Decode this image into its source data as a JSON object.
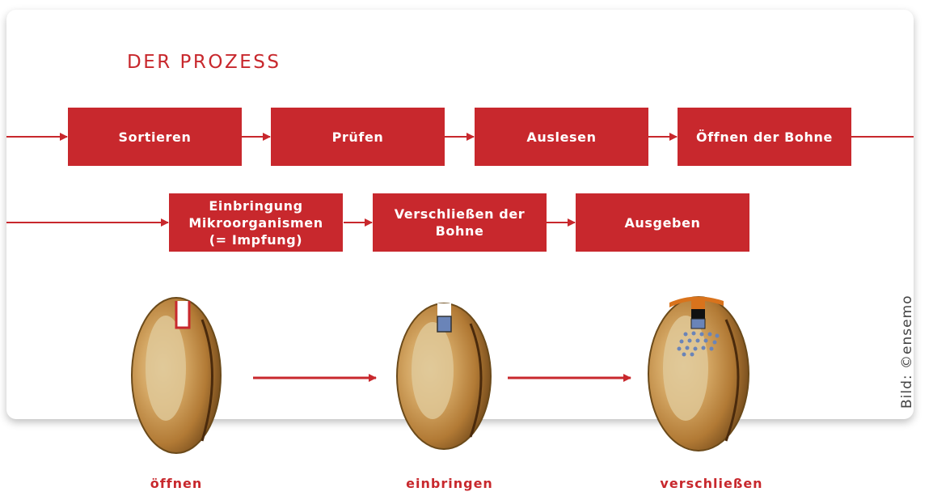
{
  "title": "DER PROZESS",
  "row1": [
    "Sortieren",
    "Prüfen",
    "Auslesen",
    "Öffnen der Bohne"
  ],
  "row2": [
    "Einbringung Mikroorganismen (= Impfung)",
    "Verschließen der Bohne",
    "Ausgeben"
  ],
  "stages": [
    "öffnen",
    "einbringen",
    "verschließen"
  ],
  "credit": "Bild: ©ensemo",
  "colors": {
    "accent": "#c8282d"
  }
}
